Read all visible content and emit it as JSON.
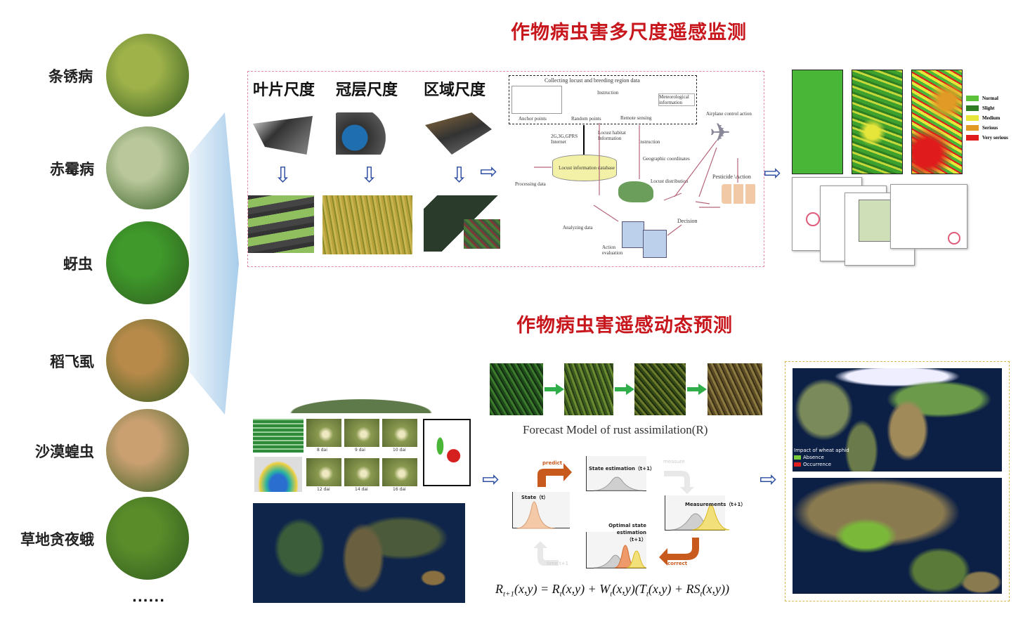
{
  "pests": [
    {
      "label": "条锈病",
      "color": "#9fb24a"
    },
    {
      "label": "赤霉病",
      "color": "#b9c79a"
    },
    {
      "label": "蚜虫",
      "color": "#3f9a2b"
    },
    {
      "label": "稻飞虱",
      "color": "#b88a4a"
    },
    {
      "label": "沙漠蝗虫",
      "color": "#caa071"
    },
    {
      "label": "草地贪夜蛾",
      "color": "#5a8c2a"
    }
  ],
  "more": "......",
  "top_section": {
    "title": "作物病虫害多尺度遥感监测",
    "scales": [
      "叶片尺度",
      "冠层尺度",
      "区域尺度"
    ],
    "locust_flow": {
      "collect_title": "Collecting locust and breeding region data",
      "anchor": "Anchor points",
      "random": "Random points",
      "remote": "Remote sensing",
      "instruction": "Instruction",
      "meteo": "Meteorological information",
      "network": "2G,3G,GPRS Internet",
      "habitat": "Locust habitat Information",
      "database": "Locust information database",
      "processing": "Processing data",
      "analyzing": "Analyzing data",
      "instruction2": "Instruction",
      "geo": "Geographic coordinates",
      "distribution": "Locust distribution",
      "airplane": "Airplane control action",
      "pesticide": "Pesticide \\Action",
      "decision": "Decision",
      "evaluation": "Action evaluation"
    },
    "legend": [
      {
        "label": "Normal",
        "color": "#5cc23a"
      },
      {
        "label": "Slight",
        "color": "#2e7d22"
      },
      {
        "label": "Medium",
        "color": "#e6e63a"
      },
      {
        "label": "Serious",
        "color": "#e09a25"
      },
      {
        "label": "Very serious",
        "color": "#e01b1b"
      }
    ]
  },
  "bottom_section": {
    "title": "作物病虫害遥感动态预测",
    "dai_labels": [
      "8 dai",
      "9 dai",
      "10 dai",
      "12 dai",
      "14 dai",
      "16 dai"
    ],
    "forecast_caption": "Forecast  Model  of  rust  assimilation(R)",
    "kalman": {
      "predict": "predict",
      "state": "State（t）",
      "state_est": "State estimation（t+1）",
      "measure": "measure",
      "measurements": "Measurements（t+1）",
      "optimal": "Optimal  state estimation（t+1）",
      "correct": "correct",
      "time": "time t+1"
    },
    "formula": "R_{t+1}(x,y) = R_t(x,y) + W_t(x,y)(T_t(x,y) + RS_t(x,y))",
    "map_legend": {
      "title": "Impact of wheat aphid",
      "absence": "Absence",
      "occurrence": "Occurrence"
    }
  }
}
